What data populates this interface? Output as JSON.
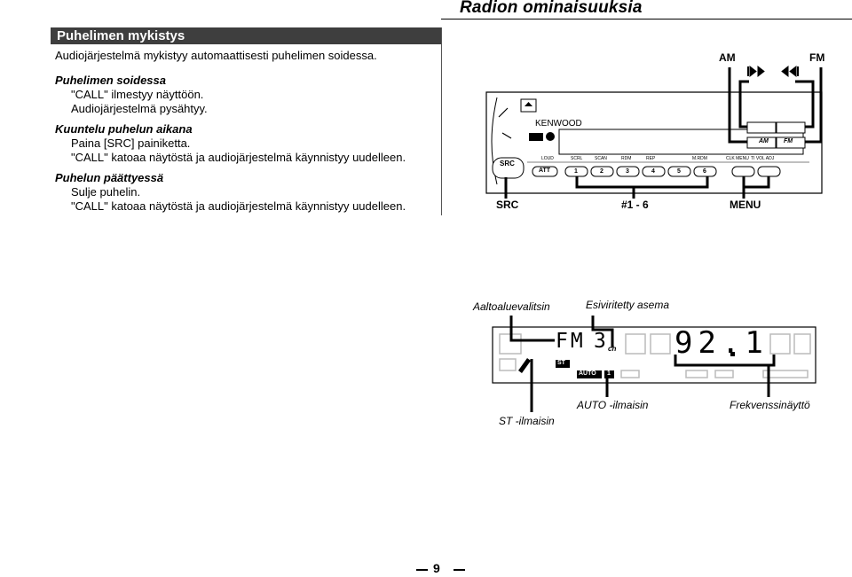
{
  "left": {
    "section_title": "Puhelimen mykistys",
    "intro": "Audiojärjestelmä mykistyy automaattisesti puhelimen soidessa.",
    "blocks": [
      {
        "heading": "Puhelimen soidessa",
        "lines": [
          "\"CALL\" ilmestyy näyttöön.",
          "Audiojärjestelmä pysähtyy."
        ]
      },
      {
        "heading": "Kuuntelu puhelun aikana",
        "lines": [
          "Paina [SRC] painiketta.",
          "\"CALL\" katoaa näytöstä ja audiojärjestelmä käynnistyy uudelleen."
        ]
      },
      {
        "heading": "Puhelun päättyessä",
        "lines": [
          "Sulje puhelin.",
          "\"CALL\" katoaa näytöstä ja audiojärjestelmä käynnistyy uudelleen."
        ]
      }
    ]
  },
  "right": {
    "header_title": "Radion ominaisuuksia",
    "unit": {
      "labels": {
        "am": "AM",
        "fm": "FM",
        "src": "SRC",
        "presets": "#1 - 6",
        "menu": "MENU"
      },
      "brand": "KENWOOD",
      "btn_src": "SRC",
      "btn_att": "ATT",
      "btn_am": "AM",
      "btn_fm": "FM",
      "preset_buttons": [
        "1",
        "2",
        "3",
        "4",
        "5",
        "6"
      ],
      "strip": [
        "LOUD",
        "SCRL",
        "SCAN",
        "RDM",
        "REP",
        "M.RDM",
        "CLK MENU",
        "TI VOL ADJ"
      ]
    },
    "display": {
      "band": "FM",
      "preset": "3",
      "ch": "ch",
      "frequency": "92.1",
      "st": "ST",
      "auto": "AUTO",
      "auto_num": "1",
      "captions": {
        "band_selector": "Aaltoaluevalitsin",
        "preset_station": "Esiviritetty asema",
        "st_indicator": "ST -ilmaisin",
        "auto_indicator": "AUTO -ilmaisin",
        "freq_display": "Frekvenssinäyttö"
      }
    }
  },
  "page_number": "9"
}
